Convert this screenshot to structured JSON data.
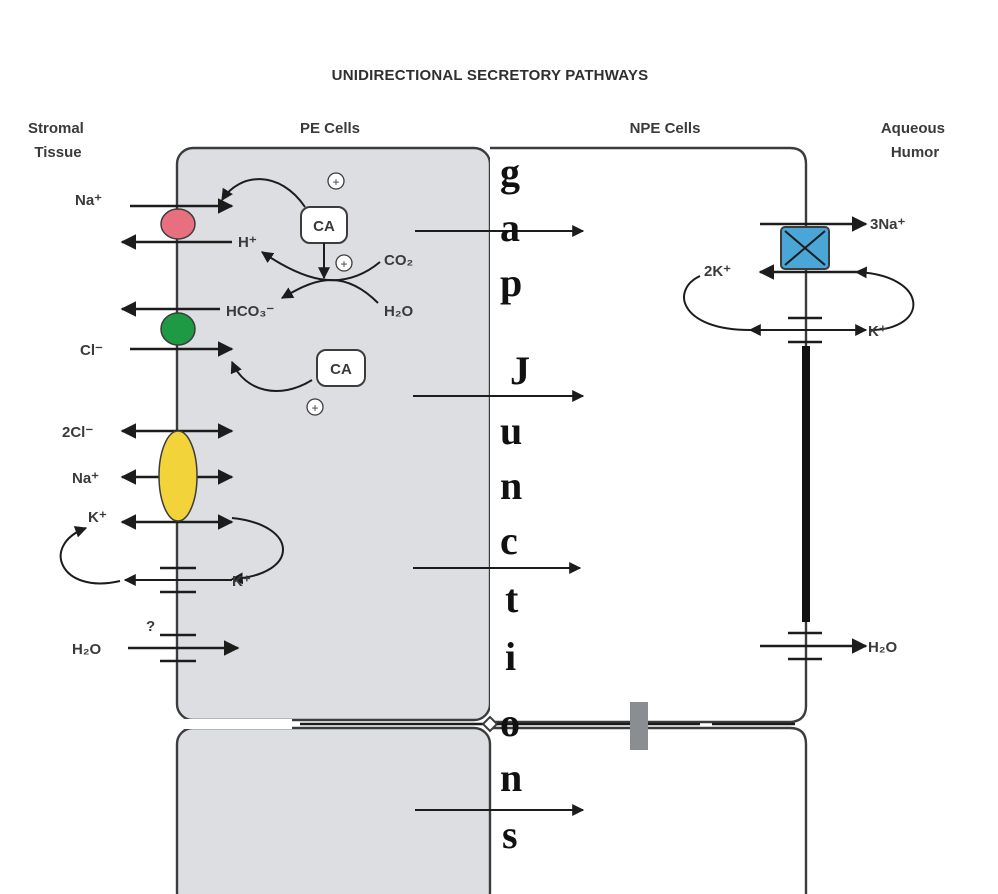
{
  "title": "UNIDIRECTIONAL SECRETORY PATHWAYS",
  "regions": {
    "stromal": [
      "Stromal",
      "Tissue"
    ],
    "pe": "PE Cells",
    "npe": "NPE Cells",
    "aqueous": [
      "Aqueous",
      "Humor"
    ]
  },
  "enzyme_label": "CA",
  "ion_labels": {
    "na_top": "Na⁺",
    "h": "H⁺",
    "co2": "CO₂",
    "h2o_pe": "H₂O",
    "hco3": "HCO₃⁻",
    "cl": "Cl⁻",
    "two_cl": "2Cl⁻",
    "na_mid": "Na⁺",
    "k_left": "K⁺",
    "k_chan": "K⁺",
    "question": "?",
    "h2o_left": "H₂O",
    "three_na": "3Na⁺",
    "two_k": "2K⁺",
    "k_right": "K⁺",
    "h2o_right": "H₂O"
  },
  "plus_sign": "+",
  "gap_junctions_letters": [
    "g",
    "a",
    "p",
    "J",
    "u",
    "n",
    "c",
    "t",
    "i",
    "o",
    "n",
    "s"
  ],
  "colors": {
    "pe_cell_fill": "#dcdee1",
    "exchanger_na_h": "#e8707e",
    "exchanger_cl_hco3": "#1f9a44",
    "cotransporter": "#f2d43a",
    "na_k_pump": "#4aa6d6"
  }
}
